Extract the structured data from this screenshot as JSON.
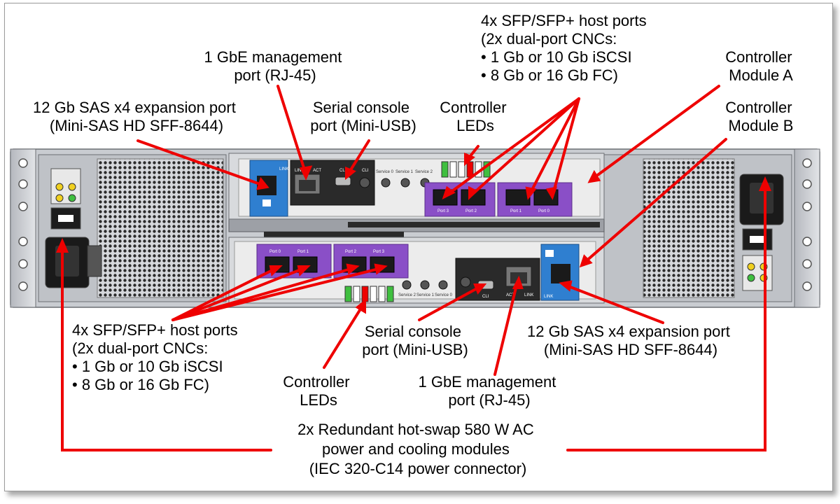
{
  "colors": {
    "callout": "#ee0000",
    "chassis": "#c9ccd1",
    "controller_bg": "#ececec",
    "cnc": "#8a4fc7",
    "sas_port": "#2f7fd0",
    "led_green": "#3fbf3f",
    "led_red": "#ee0000",
    "led_yellow": "#f0d020"
  },
  "callouts": {
    "top_host_ports": {
      "lines": [
        "4x SFP/SFP+ host ports",
        "(2x dual-port CNCs:",
        "•  1 Gb or 10 Gb iSCSI",
        "•  8 Gb or 16 Gb FC)"
      ]
    },
    "top_mgmt_port": {
      "lines": [
        "1 GbE management",
        "port (RJ-45)"
      ]
    },
    "controller_a": {
      "lines": [
        "Controller",
        "Module A"
      ]
    },
    "controller_b": {
      "lines": [
        "Controller",
        "Module B"
      ]
    },
    "top_sas_port": {
      "lines": [
        "12 Gb SAS x4 expansion port",
        "(Mini-SAS HD SFF-8644)"
      ]
    },
    "top_serial": {
      "lines": [
        "Serial console",
        "port (Mini-USB)"
      ]
    },
    "top_leds": {
      "lines": [
        "Controller",
        "LEDs"
      ]
    },
    "bottom_host_ports": {
      "lines": [
        "4x SFP/SFP+ host ports",
        "(2x dual-port CNCs:",
        "•  1 Gb or 10 Gb iSCSI",
        "•  8 Gb or 16 Gb FC)"
      ]
    },
    "bottom_serial": {
      "lines": [
        "Serial console",
        "port (Mini-USB)"
      ]
    },
    "bottom_sas_port": {
      "lines": [
        "12 Gb SAS x4 expansion port",
        "(Mini-SAS HD SFF-8644)"
      ]
    },
    "bottom_leds": {
      "lines": [
        "Controller",
        "LEDs"
      ]
    },
    "bottom_mgmt_port": {
      "lines": [
        "1 GbE management",
        "port (RJ-45)"
      ]
    },
    "psu": {
      "lines": [
        "2x Redundant hot-swap 580 W AC",
        "power and cooling modules",
        "(IEC 320-C14 power connector)"
      ]
    }
  },
  "hardware_labels": {
    "link": "LINK",
    "act": "ACT",
    "cli": "CLI",
    "service": [
      "Service 0",
      "Service 1",
      "Service 2"
    ],
    "top_ports": [
      "Port 3",
      "Port 2",
      "Port 1",
      "Port 0"
    ],
    "bottom_ports": [
      "Port 0",
      "Port 1",
      "Port 2",
      "Port 3"
    ]
  }
}
